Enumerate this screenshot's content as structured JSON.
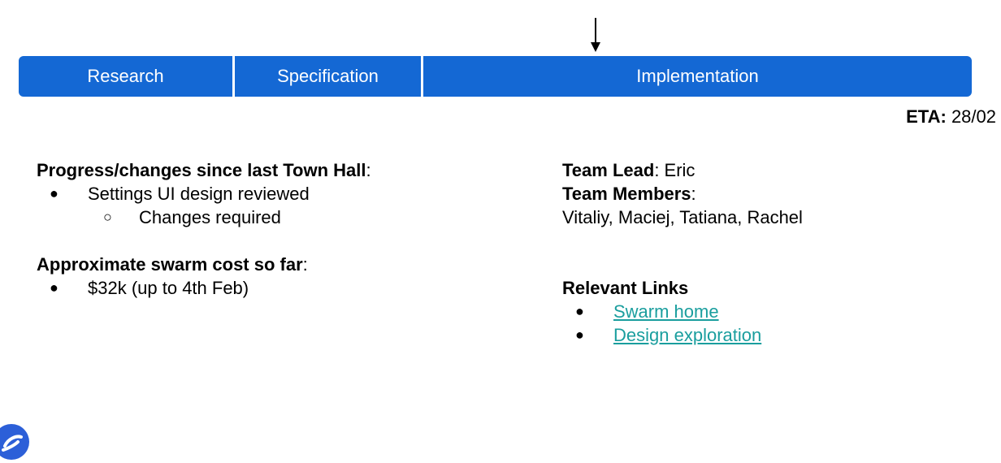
{
  "phases": [
    {
      "label": "Research"
    },
    {
      "label": "Specification"
    },
    {
      "label": "Implementation"
    }
  ],
  "current_phase_indicator": "arrow-down-icon",
  "eta": {
    "label": "ETA:",
    "value": " 28/02"
  },
  "left": {
    "progress_heading": "Progress/changes since last Town Hall",
    "progress_colon": ":",
    "progress_items": [
      {
        "text": "Settings UI design reviewed",
        "sub": [
          "Changes required"
        ]
      }
    ],
    "cost_heading": "Approximate swarm cost so far",
    "cost_colon": ":",
    "cost_items": [
      "$32k (up to 4th Feb)"
    ]
  },
  "right": {
    "lead_label": "Team Lead",
    "lead_value": ": Eric",
    "members_label": "Team Members",
    "members_colon": ":",
    "members_value": "Vitaliy, Maciej, Tatiana, Rachel",
    "links_heading": "Relevant Links",
    "links": [
      "Swarm home",
      "Design exploration"
    ]
  },
  "colors": {
    "phase_bar": "#1468d4",
    "link": "#1a9e9e",
    "logo": "#2c5fd8"
  },
  "bullet_glyphs": {
    "filled": "●",
    "hollow": "○"
  }
}
